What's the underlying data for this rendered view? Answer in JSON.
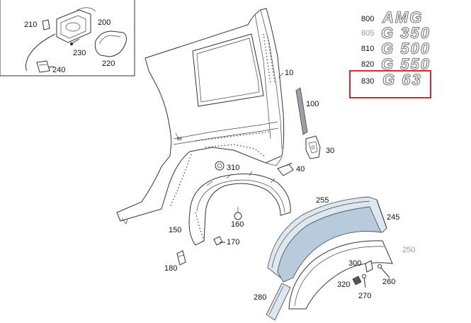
{
  "callouts": {
    "c210": "210",
    "c200": "200",
    "c230": "230",
    "c220": "220",
    "c240": "240",
    "c10": "10",
    "c100": "100",
    "c30": "30",
    "c310": "310",
    "c40": "40",
    "c150": "150",
    "c160": "160",
    "c170": "170",
    "c180": "180",
    "c255": "255",
    "c245": "245",
    "c250": "250",
    "c300": "300",
    "c320": "320",
    "c260": "260",
    "c270": "270",
    "c280": "280"
  },
  "badges": {
    "b800": {
      "num": "800",
      "text": "AMG"
    },
    "b805": {
      "num": "805",
      "text": "G 350"
    },
    "b810": {
      "num": "810",
      "text": "G 500"
    },
    "b820": {
      "num": "820",
      "text": "G 550"
    },
    "b830": {
      "num": "830",
      "text": "G 63"
    }
  },
  "highlight_color": "#d22b2b",
  "part_blue": "#b8cbdc"
}
